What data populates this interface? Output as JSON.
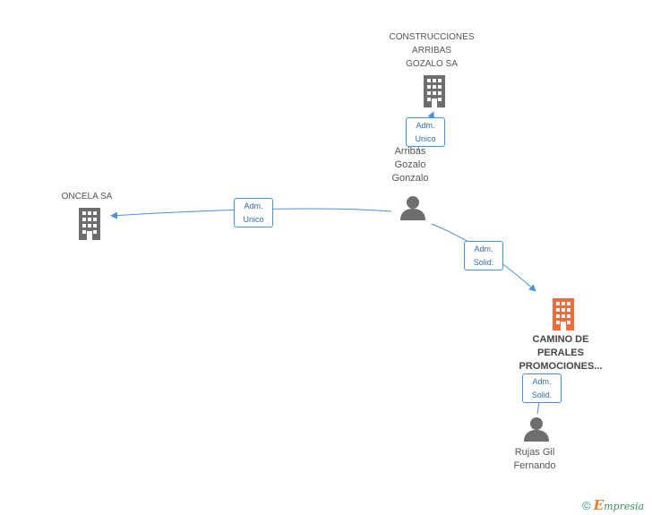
{
  "nodes": {
    "construcciones": {
      "lines": [
        "CONSTRUCCIONES",
        "ARRIBAS",
        "GOZALO SA"
      ]
    },
    "oncela": {
      "lines": [
        "ONCELA SA"
      ]
    },
    "arribas": {
      "lines": [
        "Arribas",
        "Gozalo",
        "Gonzalo"
      ]
    },
    "camino": {
      "lines": [
        "CAMINO DE",
        "PERALES",
        "PROMOCIONES..."
      ]
    },
    "rujas": {
      "lines": [
        "Rujas Gil",
        "Fernando"
      ]
    }
  },
  "edges": {
    "arribas_to_construcciones": [
      "Adm.",
      "Unico"
    ],
    "arribas_to_oncela": [
      "Adm.",
      "Unico"
    ],
    "arribas_to_camino": [
      "Adm.",
      "Solid."
    ],
    "rujas_to_camino": [
      "Adm.",
      "Solid."
    ]
  },
  "colors": {
    "company": "#6e6e6e",
    "company_main": "#f26b3a",
    "person": "#6e6e6e",
    "edge": "#4a90d9"
  },
  "icons": {
    "company": "building-icon",
    "person": "person-icon"
  },
  "footer": {
    "copyright": "©",
    "brand_first": "E",
    "brand_rest": "mpresia"
  }
}
